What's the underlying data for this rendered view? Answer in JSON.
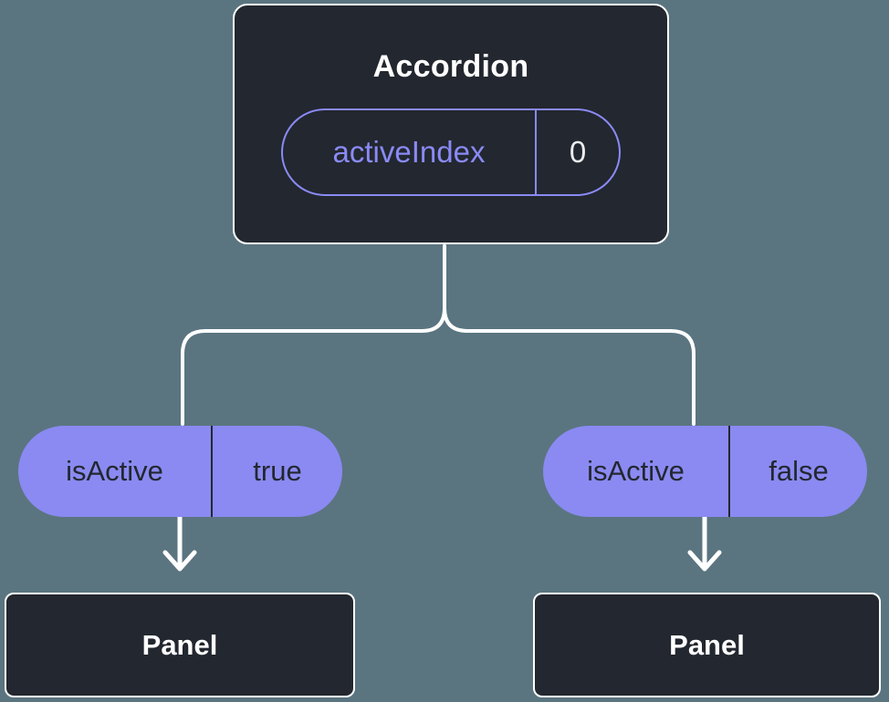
{
  "diagram": {
    "root": {
      "title": "Accordion",
      "prop": {
        "name": "activeIndex",
        "value": "0"
      }
    },
    "children": [
      {
        "prop": {
          "name": "isActive",
          "value": "true"
        },
        "node": {
          "title": "Panel"
        }
      },
      {
        "prop": {
          "name": "isActive",
          "value": "false"
        },
        "node": {
          "title": "Panel"
        }
      }
    ],
    "colors": {
      "background": "#5a7580",
      "node_background": "#23272f",
      "node_border": "#ffffff",
      "pill_fill": "#8a8af2",
      "pill_outline": "#8a8af6",
      "pill_text": "#23272f",
      "prop_name_text": "#8a8af6",
      "prop_value_text": "#ebecf0",
      "connector": "#ffffff"
    }
  }
}
